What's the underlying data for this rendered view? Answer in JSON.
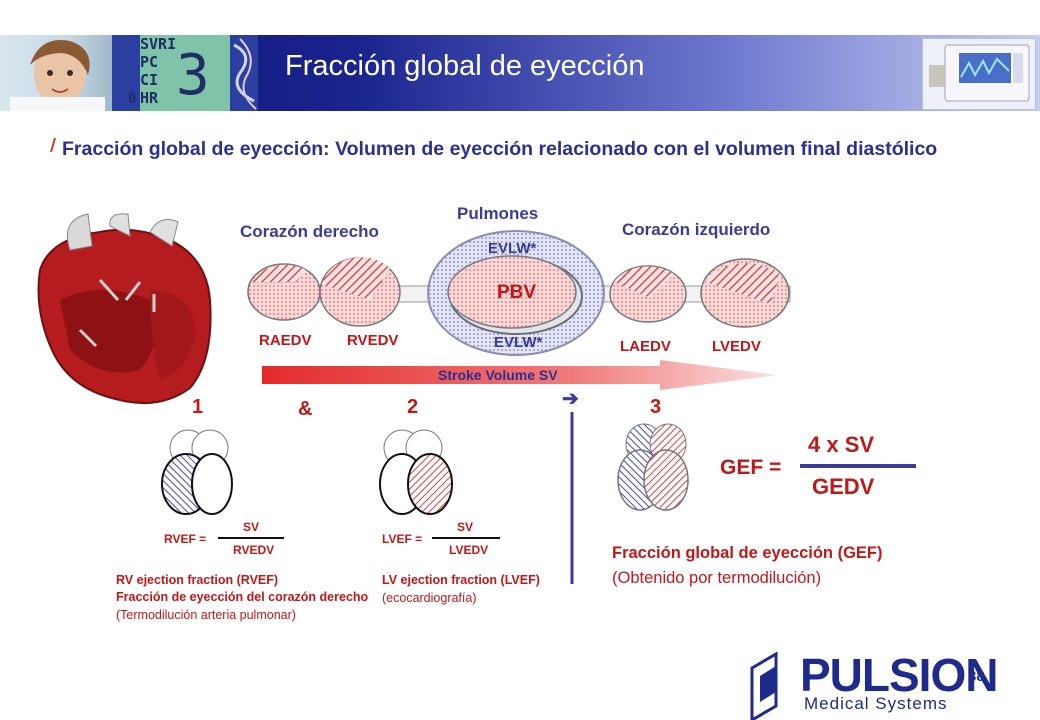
{
  "header": {
    "title": "Fracción global de eyección",
    "monitor_lines": [
      "SVRI",
      "PC",
      "CI",
      "HR"
    ],
    "monitor_big_digit": "3",
    "monitor_small_digit": "0"
  },
  "bullet": {
    "text": "Fracción global de eyección: Volumen de eyección relacionado con el volumen final diastólico"
  },
  "diagram": {
    "pulmones": "Pulmones",
    "corazon_derecho": "Corazón derecho",
    "corazon_izquierdo": "Corazón izquierdo",
    "evlw_top": "EVLW*",
    "evlw_bottom": "EVLW*",
    "pbv": "PBV",
    "raedv": "RAEDV",
    "rvedv": "RVEDV",
    "laedv": "LAEDV",
    "lvedv": "LVEDV",
    "stroke_volume": "Stroke Volume SV",
    "step1": "1",
    "amp": "&",
    "step2": "2",
    "step3": "3",
    "arrow_glyph": "➔",
    "rvef": {
      "lhs": "RVEF =",
      "num": "SV",
      "den": "RVEDV",
      "line1": "RV ejection fraction (RVEF)",
      "line2": "Fracción de eyección del corazón derecho",
      "line3": "(Termodilución arteria pulmonar)"
    },
    "lvef": {
      "lhs": "LVEF =",
      "num": "SV",
      "den": "LVEDV",
      "line1": "LV ejection fraction (LVEF)",
      "line2": "(ecocardiografía)"
    },
    "gef": {
      "lhs": "GEF =",
      "num": "4 x SV",
      "den": "GEDV",
      "line1": "Fracción global de eyección (GEF)",
      "line2": "(Obtenido por termodilución)"
    }
  },
  "footer": {
    "page_number": "38",
    "brand_name": "PULSION",
    "brand_sub": "Medical Systems"
  },
  "colors": {
    "header_dark": "#0a0f6e",
    "text_blue": "#2d2f93",
    "red": "#c01818",
    "brand_blue": "#1e2a8c"
  }
}
